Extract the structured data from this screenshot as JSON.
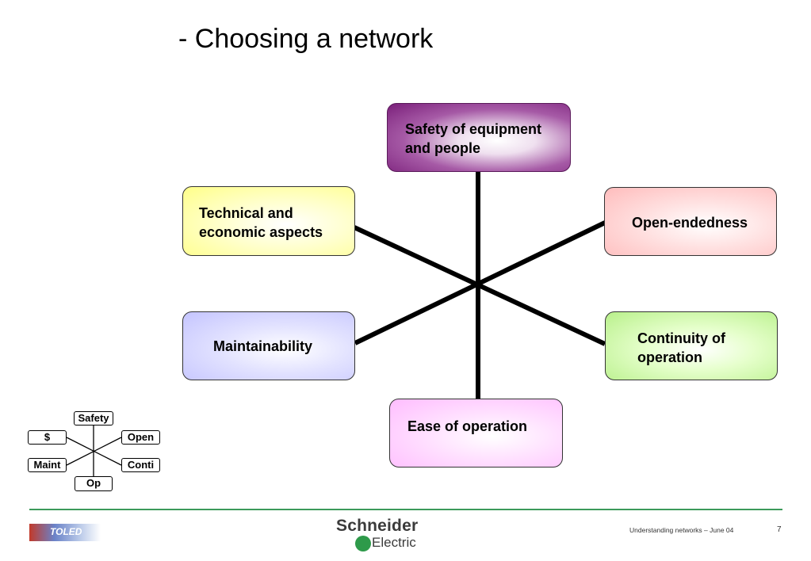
{
  "slide": {
    "title": "- Choosing a network",
    "nodes": {
      "safety": "Safety of equipment\nand people",
      "technical": "Technical and\neconomic aspects",
      "open": "Open-endedness",
      "maintainability": "Maintainability",
      "continuity": "Continuity of\noperation",
      "ease": "Ease of operation"
    },
    "mini_diagram": {
      "safety": "Safety",
      "dollar": "$",
      "open": "Open",
      "maint": "Maint",
      "conti": "Conti",
      "op": "Op"
    }
  },
  "footer": {
    "left_logo_text": "TOLED",
    "brand_top": "Schneider",
    "brand_bottom": "Electric",
    "caption": "Understanding networks – June 04",
    "page_number": "7"
  },
  "colors": {
    "safety_fill": "#7a1f7a",
    "technical_fill": "#ffff88",
    "open_fill": "#ffbcbc",
    "maintainability_fill": "#c4c4ff",
    "continuity_fill": "#b8f08a",
    "ease_fill": "#ffbcff",
    "rule": "#3c9a5a"
  }
}
